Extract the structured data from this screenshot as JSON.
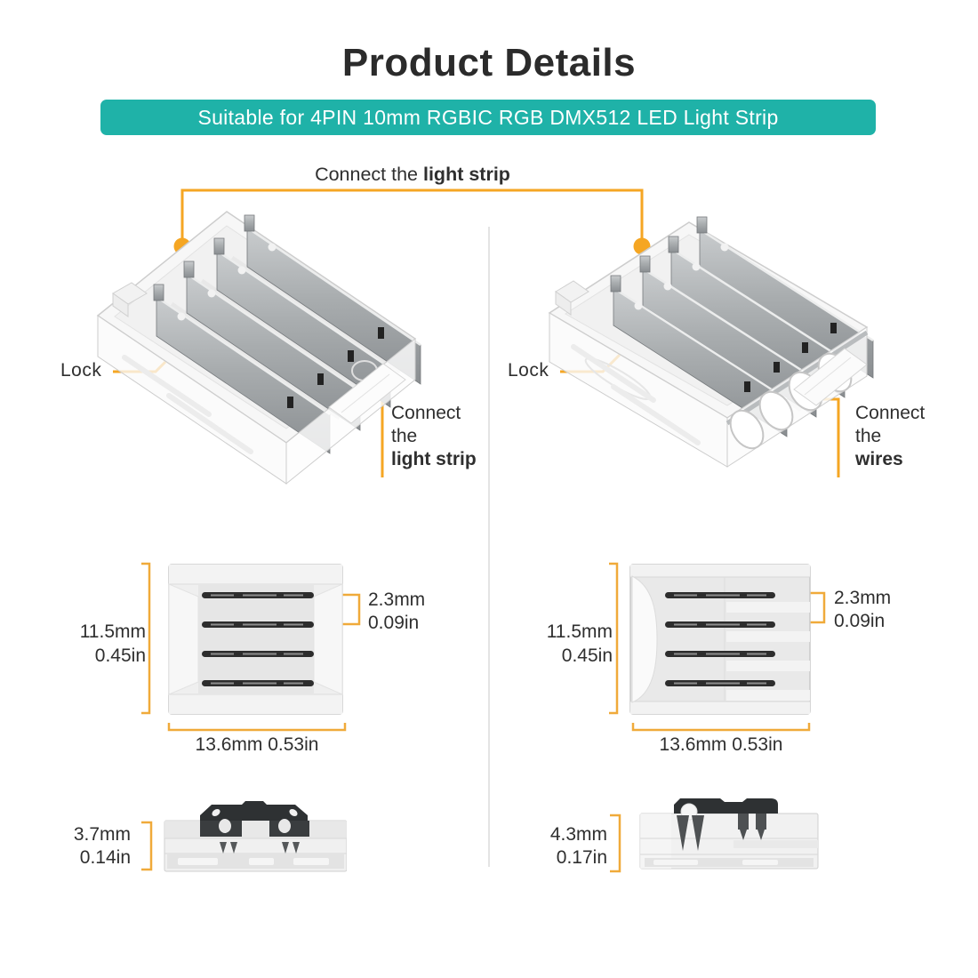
{
  "header": {
    "title": "Product Details",
    "banner": "Suitable for 4PIN 10mm RGBIC RGB DMX512 LED Light Strip"
  },
  "colors": {
    "accent_teal": "#1fb2a8",
    "callout_orange": "#f5a623",
    "bracket_orange": "#f0aa3a",
    "text_dark": "#2f2f2f",
    "divider_gray": "#e4e4e4"
  },
  "top_callout": {
    "normal": "Connect the ",
    "bold": "light strip"
  },
  "left_view": {
    "lock_label": "Lock",
    "callout_line1": "Connect",
    "callout_line2": "the",
    "callout_line3": "light strip"
  },
  "right_view": {
    "lock_label": "Lock",
    "callout_line1": "Connect",
    "callout_line2": "the",
    "callout_line3": "wires"
  },
  "left_dims": {
    "height_mm": "11.5mm",
    "height_in": "0.45in",
    "pitch_mm": "2.3mm",
    "pitch_in": "0.09in",
    "width_label": "13.6mm 0.53in",
    "thickness_mm": "3.7mm",
    "thickness_in": "0.14in"
  },
  "right_dims": {
    "height_mm": "11.5mm",
    "height_in": "0.45in",
    "pitch_mm": "2.3mm",
    "pitch_in": "0.09in",
    "width_label": "13.6mm 0.53in",
    "thickness_mm": "4.3mm",
    "thickness_in": "0.17in"
  }
}
